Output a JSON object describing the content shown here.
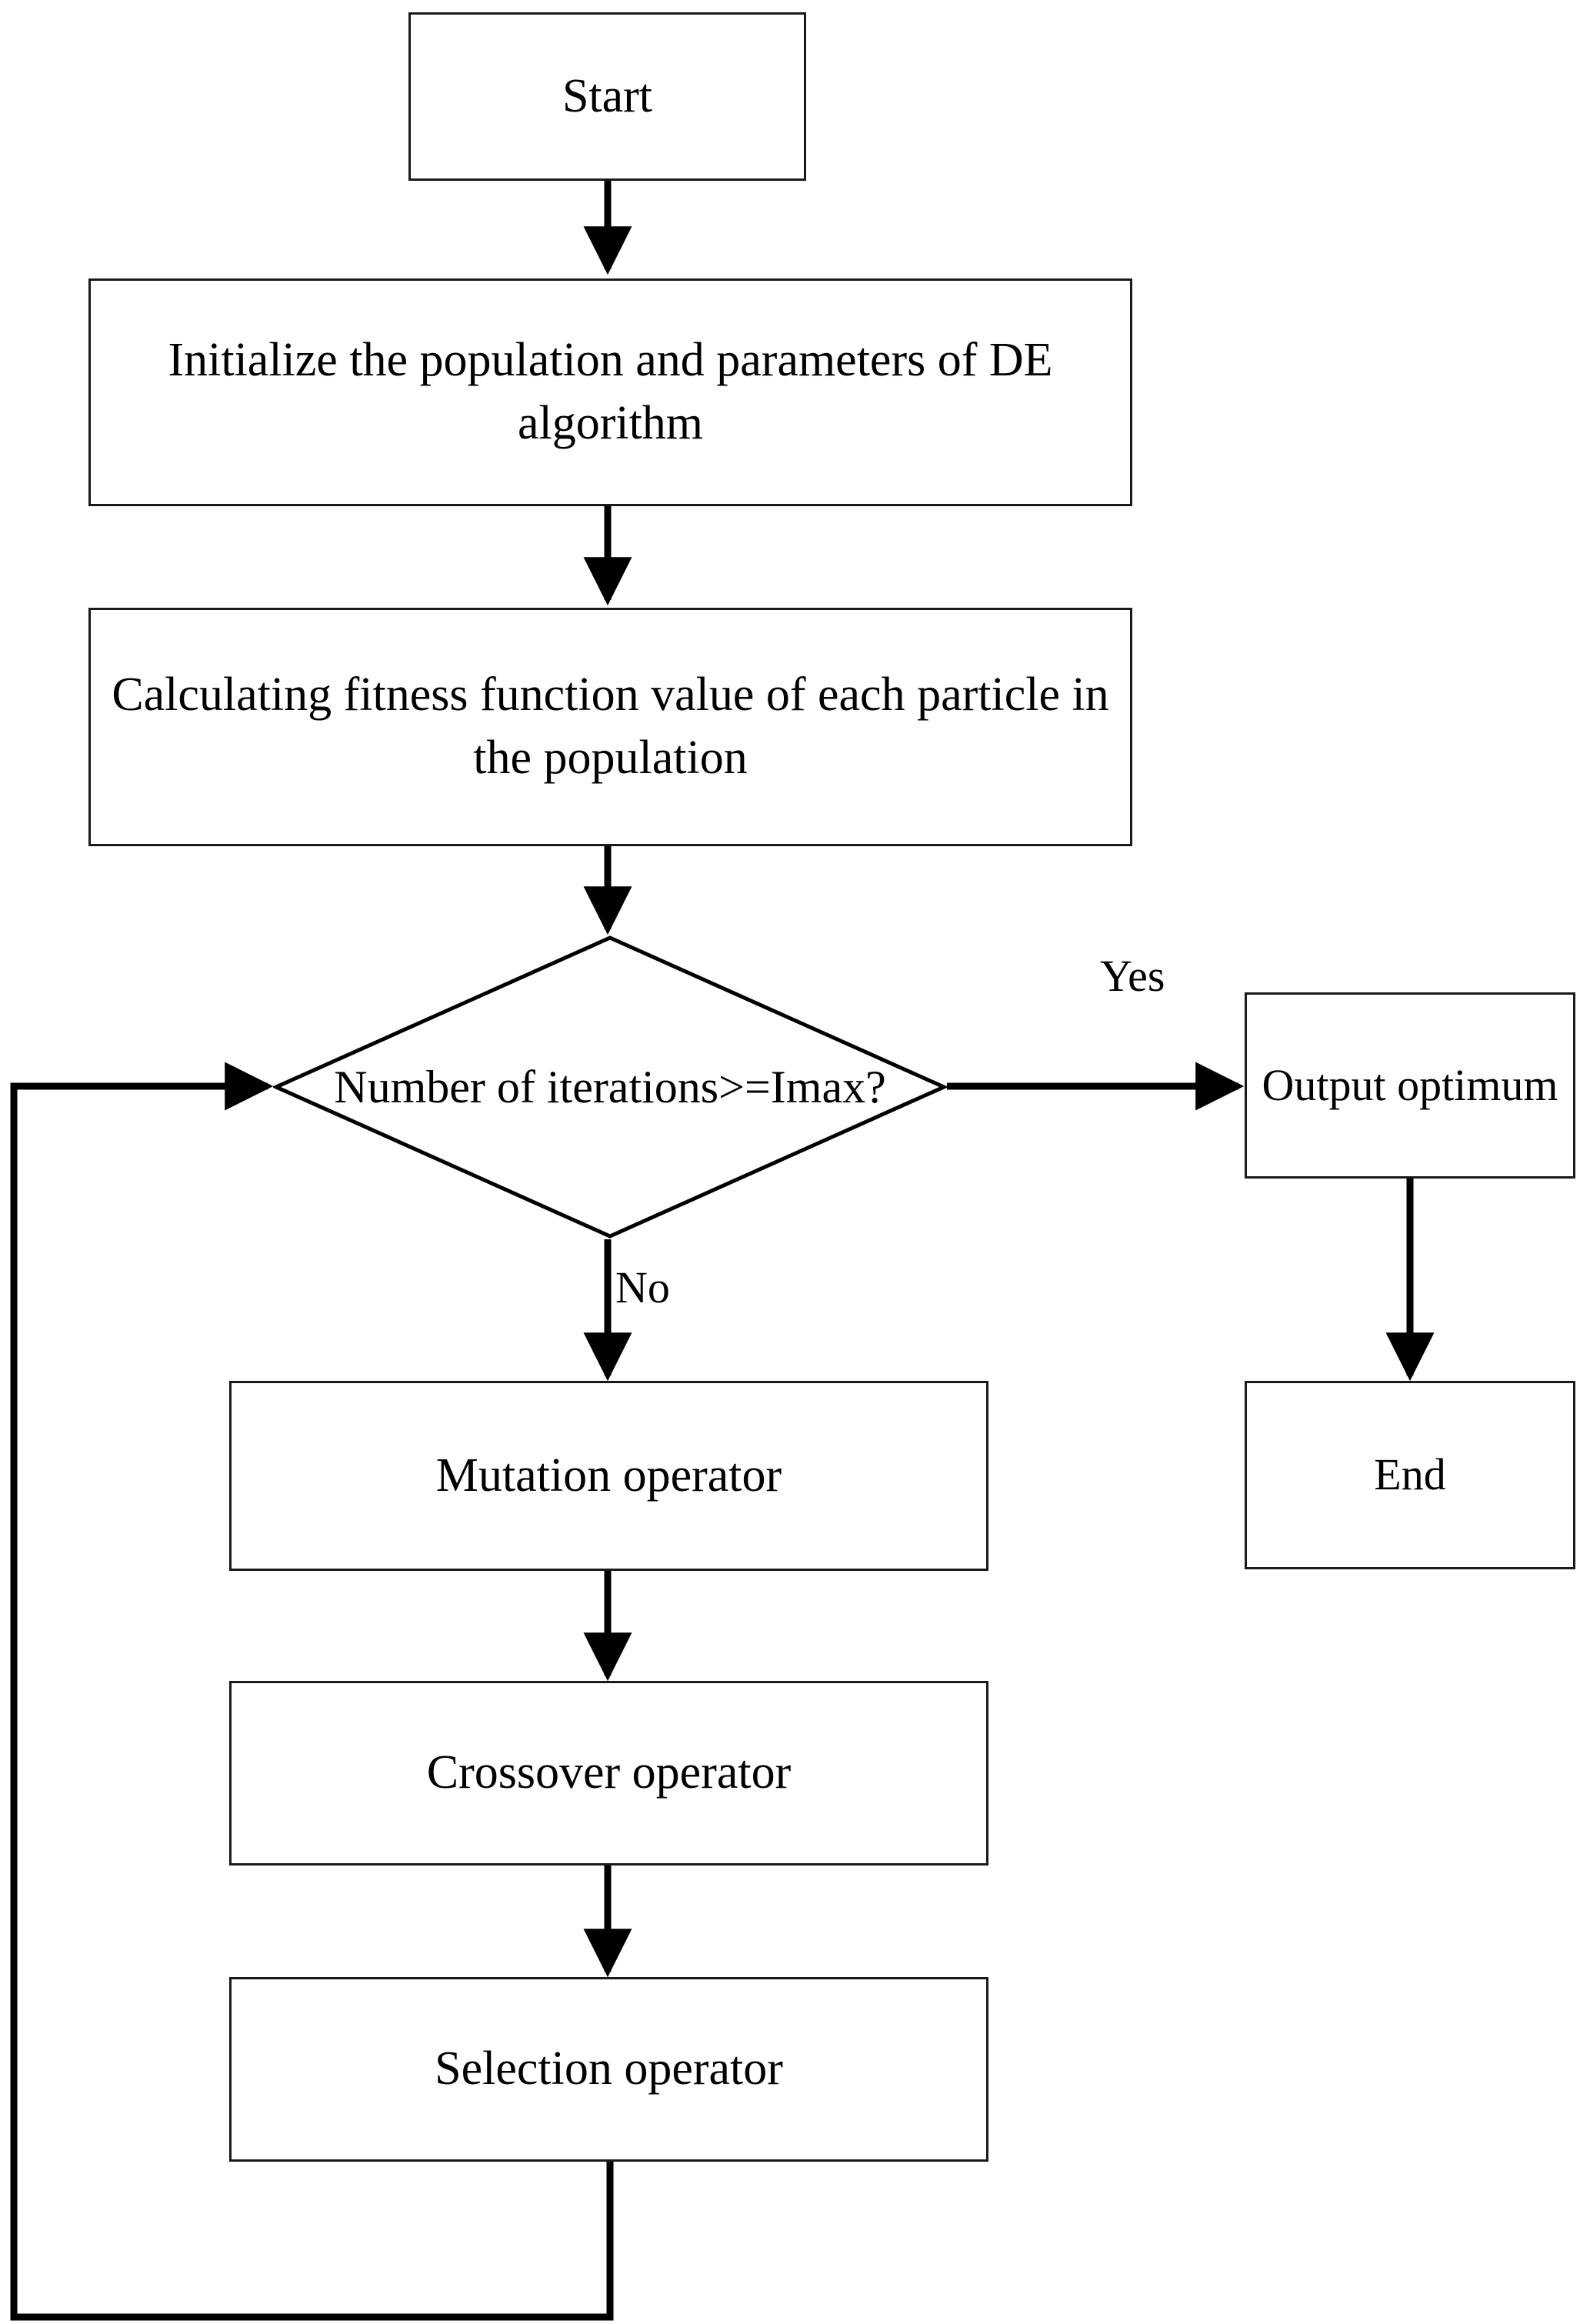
{
  "diagram": {
    "title": "Differential Evolution (DE) algorithm flowchart",
    "type": "flowchart",
    "background_color": "#ffffff",
    "stroke_color": "#000000",
    "text_color": "#000000"
  },
  "nodes": {
    "start": {
      "label": "Start",
      "shape": "rectangle"
    },
    "initialize": {
      "label": "Initialize the population and parameters of DE algorithm",
      "shape": "rectangle"
    },
    "calculate": {
      "label": "Calculating  fitness function value of each particle in the population",
      "shape": "rectangle"
    },
    "decision": {
      "label": "Number of iterations>=Imax?",
      "shape": "diamond"
    },
    "output": {
      "label": "Output optimum",
      "shape": "rectangle"
    },
    "end": {
      "label": "End",
      "shape": "rectangle"
    },
    "mutation": {
      "label": "Mutation operator",
      "shape": "rectangle"
    },
    "crossover": {
      "label": "Crossover operator",
      "shape": "rectangle"
    },
    "selection": {
      "label": "Selection operator",
      "shape": "rectangle"
    }
  },
  "edge_labels": {
    "yes": "Yes",
    "no": "No"
  },
  "edges": [
    {
      "from": "start",
      "to": "initialize",
      "label": ""
    },
    {
      "from": "initialize",
      "to": "calculate",
      "label": ""
    },
    {
      "from": "calculate",
      "to": "decision",
      "label": ""
    },
    {
      "from": "decision",
      "to": "output",
      "label": "Yes"
    },
    {
      "from": "output",
      "to": "end",
      "label": ""
    },
    {
      "from": "decision",
      "to": "mutation",
      "label": "No"
    },
    {
      "from": "mutation",
      "to": "crossover",
      "label": ""
    },
    {
      "from": "crossover",
      "to": "selection",
      "label": ""
    },
    {
      "from": "selection",
      "to": "decision",
      "label": ""
    }
  ]
}
